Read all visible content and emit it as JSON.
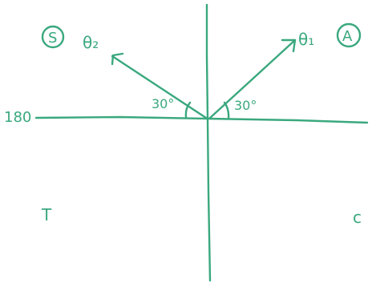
{
  "diagram": {
    "ink_color": "#3aa87e",
    "background": "#ffffff",
    "label_180": "180",
    "theta1": "θ₁",
    "theta2": "θ₂",
    "angle_right": "30°",
    "angle_left": "30°",
    "circle_left": "S",
    "circle_right": "A",
    "quadrant_bottom_left": "T",
    "quadrant_bottom_right": "c"
  }
}
